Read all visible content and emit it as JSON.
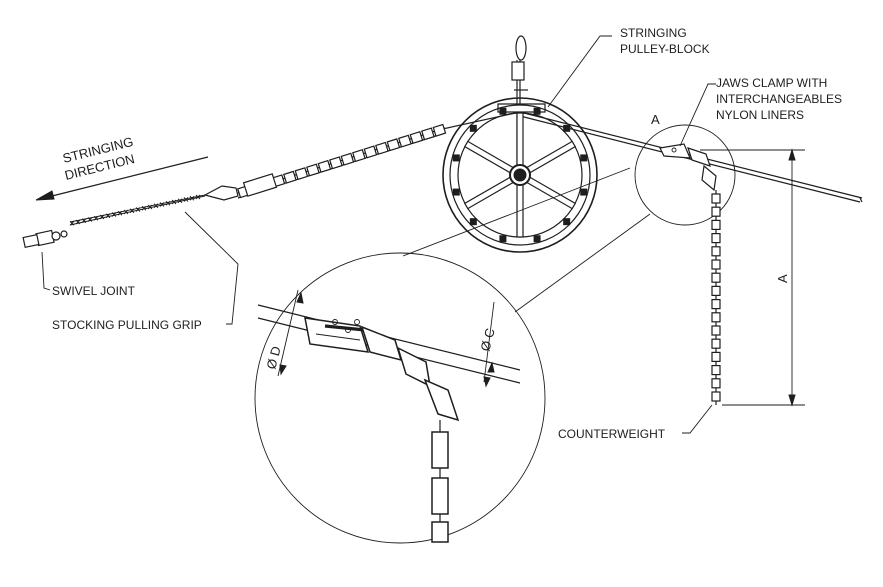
{
  "labels": {
    "stringing_direction": [
      "STRINGING",
      "DIRECTION"
    ],
    "pulley_block": [
      "STRINGING",
      "PULLEY-BLOCK"
    ],
    "jaws_clamp": [
      "JAWS CLAMP WITH",
      "INTERCHANGEABLES",
      "NYLON LINERS"
    ],
    "detail_marker": "A",
    "dimension_a": "A",
    "swivel_joint": "SWIVEL JOINT",
    "stocking_grip": "STOCKING PULLING GRIP",
    "counterweight": "COUNTERWEIGHT",
    "dia_d": "Ø D",
    "dia_c": "Ø C"
  },
  "colors": {
    "ink": "#1e1e1e",
    "background": "#ffffff"
  }
}
